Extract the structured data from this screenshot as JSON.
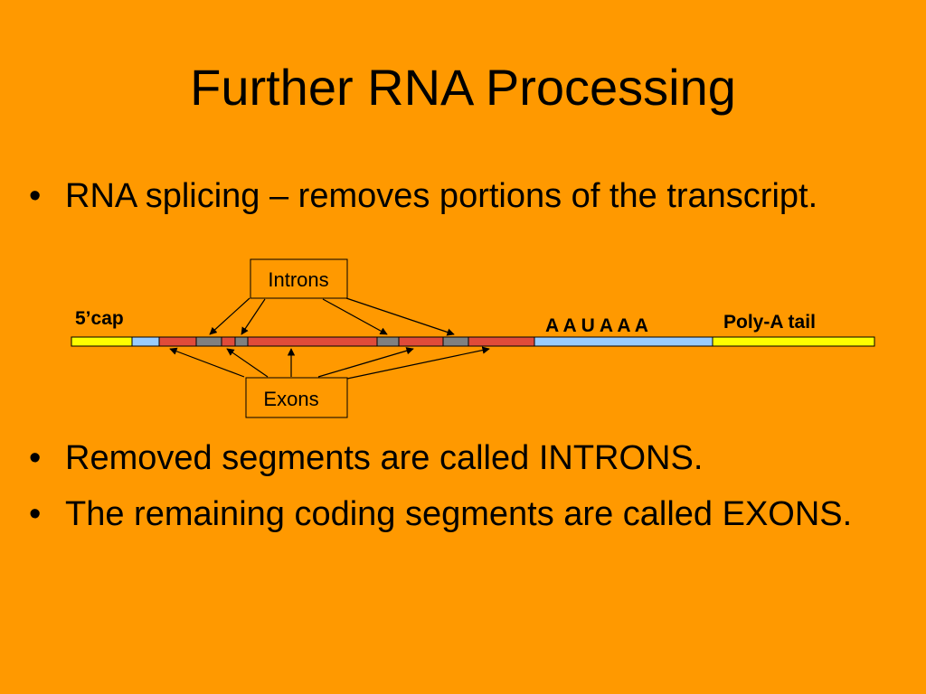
{
  "title": "Further RNA Processing",
  "bullets": [
    {
      "marker": "•",
      "text": "RNA splicing – removes portions of the transcript."
    },
    {
      "marker": "•",
      "text": "Removed segments are called INTRONS."
    },
    {
      "marker": "•",
      "text": "The remaining coding segments are called EXONS."
    }
  ],
  "diagram": {
    "introns_label": "Introns",
    "exons_label": "Exons",
    "cap_label": "5’cap",
    "signal_label": "A A U A A A",
    "tail_label": "Poly-A tail",
    "colors": {
      "cap": "#FFFF00",
      "utr": "#99CCFF",
      "exon": "#E04B3A",
      "intron": "#808080",
      "tail": "#FFFF00"
    }
  }
}
